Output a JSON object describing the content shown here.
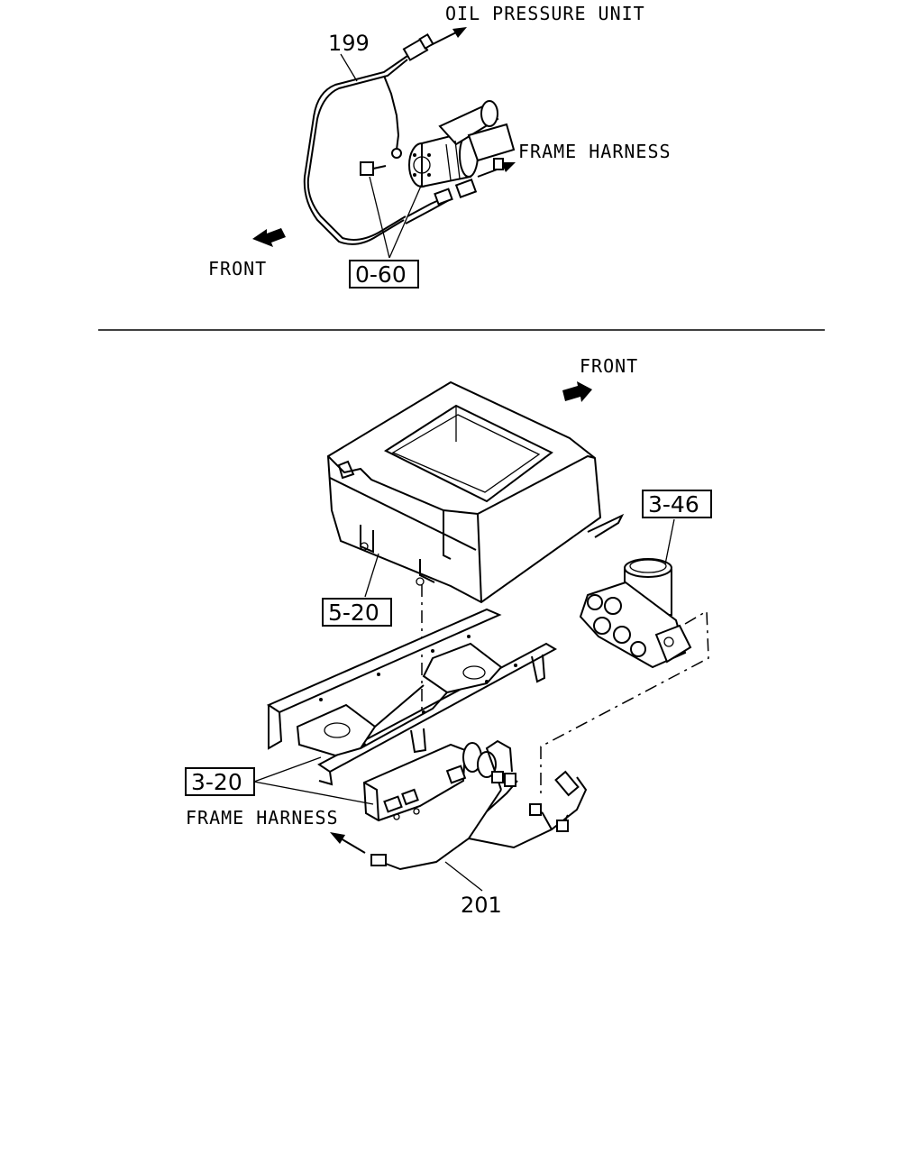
{
  "top": {
    "oil_pressure_label": "OIL PRESSURE UNIT",
    "frame_harness_label": "FRAME HARNESS",
    "front_label": "FRONT",
    "part_199": "199",
    "ref_0_60": "0-60"
  },
  "bottom": {
    "front_label": "FRONT",
    "ref_3_46": "3-46",
    "ref_5_20": "5-20",
    "ref_3_20": "3-20",
    "frame_harness_label": "FRAME HARNESS",
    "part_201": "201"
  }
}
